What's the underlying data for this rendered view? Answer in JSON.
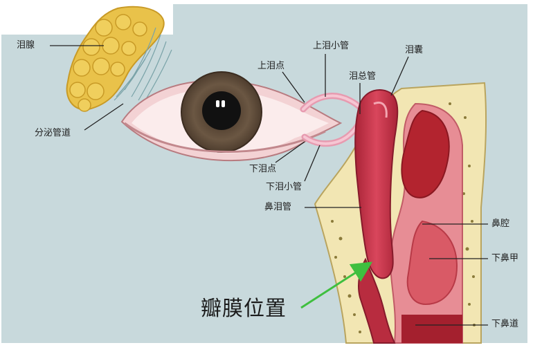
{
  "labels": {
    "lacrimal_gland": "泪腺",
    "excretory_ducts": "分泌管道",
    "upper_punctum": "上泪点",
    "upper_canaliculus": "上泪小管",
    "common_canaliculus": "泪总管",
    "lacrimal_sac": "泪囊",
    "lower_punctum": "下泪点",
    "lower_canaliculus": "下泪小管",
    "nasolacrimal_duct": "鼻泪管",
    "nasal_cavity": "鼻腔",
    "inferior_turbinate": "下鼻甲",
    "inferior_meatus": "下鼻道",
    "valve_position": "瓣膜位置"
  },
  "colors": {
    "background": "#c8d9dc",
    "gland": "#e9c24a",
    "duct_red": "#c7364a",
    "bone": "#f2e6b3",
    "arrow": "#3fbf3f"
  }
}
